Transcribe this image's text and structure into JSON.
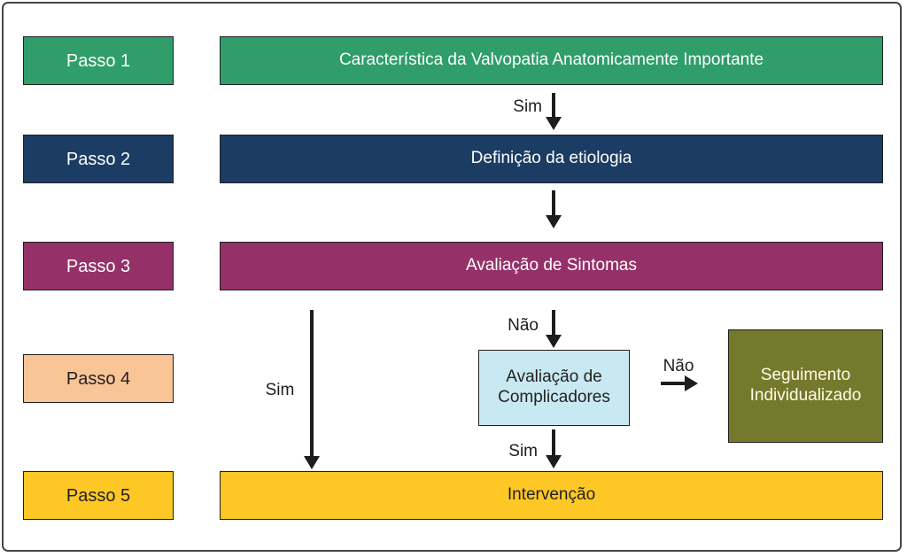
{
  "steps": [
    {
      "label": "Passo 1",
      "bg": "#2f9e6a",
      "fg": "#ffffff"
    },
    {
      "label": "Passo 2",
      "bg": "#1b3d64",
      "fg": "#ffffff"
    },
    {
      "label": "Passo 3",
      "bg": "#953168",
      "fg": "#ffffff"
    },
    {
      "label": "Passo 4",
      "bg": "#f9c597",
      "fg": "#231f20"
    },
    {
      "label": "Passo 5",
      "bg": "#fdc826",
      "fg": "#231f20"
    }
  ],
  "flow": {
    "characteristic": {
      "label": "Característica da Valvopatia Anatomicamente Importante",
      "bg": "#2f9e6a",
      "fg": "#ffffff"
    },
    "etiology": {
      "label": "Definição da etiologia",
      "bg": "#1b3d64",
      "fg": "#ffffff"
    },
    "symptoms": {
      "label": "Avaliação de Sintomas",
      "bg": "#953168",
      "fg": "#ffffff"
    },
    "complicators": {
      "label": "Avaliação de Complicadores",
      "bg": "#c9e9f2",
      "fg": "#231f20"
    },
    "followup": {
      "label": "Seguimento Individualizado",
      "bg": "#75792b",
      "fg": "#fffbe8"
    },
    "intervention": {
      "label": "Intervenção",
      "bg": "#fdc826",
      "fg": "#231f20"
    }
  },
  "connectors": {
    "sim1": "Sim",
    "nao1": "Não",
    "sim2": "Sim",
    "nao2": "Não",
    "sim3": "Sim"
  },
  "colors": {
    "arrow": "#1d1d1d",
    "frame_border": "#454545",
    "box_border": "#1f1f1f",
    "background": "#ffffff"
  }
}
